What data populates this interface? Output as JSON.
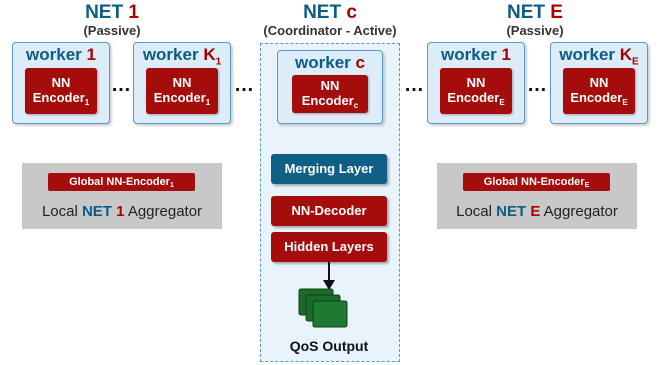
{
  "net1": {
    "title_prefix": "NET",
    "title_id": "1",
    "subtitle": "(Passive)",
    "worker_a": {
      "label": "worker",
      "id": "1",
      "enc_text": "NN",
      "enc_word": "Encoder",
      "enc_sub": "1"
    },
    "worker_b": {
      "label": "worker",
      "id": "K",
      "id_sub": "1",
      "enc_text": "NN",
      "enc_word": "Encoder",
      "enc_sub": "1"
    },
    "global_enc": {
      "text": "Global NN-Encoder",
      "sub": "1"
    },
    "aggregator": {
      "pre": "Local",
      "net": "NET",
      "id": "1",
      "post": "Aggregator"
    }
  },
  "netc": {
    "title_prefix": "NET",
    "title_id": "c",
    "subtitle": "(Coordinator - Active)",
    "worker": {
      "label": "worker",
      "id": "c",
      "enc_text": "NN",
      "enc_word": "Encoder",
      "enc_sub": "c"
    },
    "layers": {
      "merging": "Merging Layer",
      "decoder": "NN-Decoder",
      "hidden": "Hidden Layers"
    },
    "output": "QoS Output"
  },
  "netE": {
    "title_prefix": "NET",
    "title_id": "E",
    "subtitle": "(Passive)",
    "worker_a": {
      "label": "worker",
      "id": "1",
      "enc_text": "NN",
      "enc_word": "Encoder",
      "enc_sub": "E"
    },
    "worker_b": {
      "label": "worker",
      "id": "K",
      "id_sub": "E",
      "enc_text": "NN",
      "enc_word": "Encoder",
      "enc_sub": "E"
    },
    "global_enc": {
      "text": "Global NN-Encoder",
      "sub": "E"
    },
    "aggregator": {
      "pre": "Local",
      "net": "NET",
      "id": "E",
      "post": "Aggregator"
    }
  },
  "ellipsis": "…",
  "colors": {
    "net_blue": "#0d5c86",
    "net_red": "#a80000",
    "worker_fill": "#dcecf8",
    "worker_border": "#5a9ac8",
    "encoder_red": "#a50d0d",
    "merging_blue": "#0f5f87",
    "aggregator_gray": "#c8c8c8",
    "output_green": "#1b6b2a"
  }
}
